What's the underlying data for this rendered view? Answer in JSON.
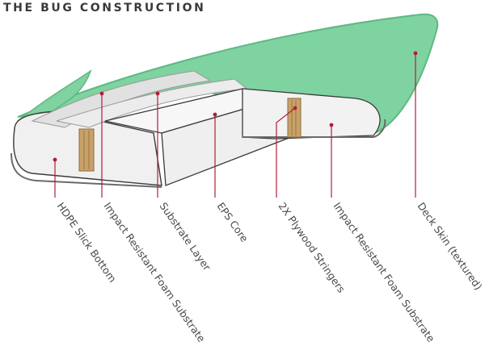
{
  "title": "THE BUG CONSTRUCTION",
  "labels": {
    "hdpe": "HDPE Slick Bottom",
    "foam_left": "Impact Resistant Foam Substrate",
    "substrate": "Substrate Layer",
    "eps": "EPS Core",
    "stringers": "2X Plywood Stringers",
    "foam_right": "Impact Resistant Foam Substrate",
    "deck": "Deck Skin (textured)"
  },
  "colors": {
    "deck_green": "#7ed3a0",
    "deck_edge": "#5fb883",
    "core_white": "#f2f2f2",
    "layer_gray": "#e1e1e1",
    "plywood": "#c9a26a",
    "leader_red": "#b01e3a"
  }
}
